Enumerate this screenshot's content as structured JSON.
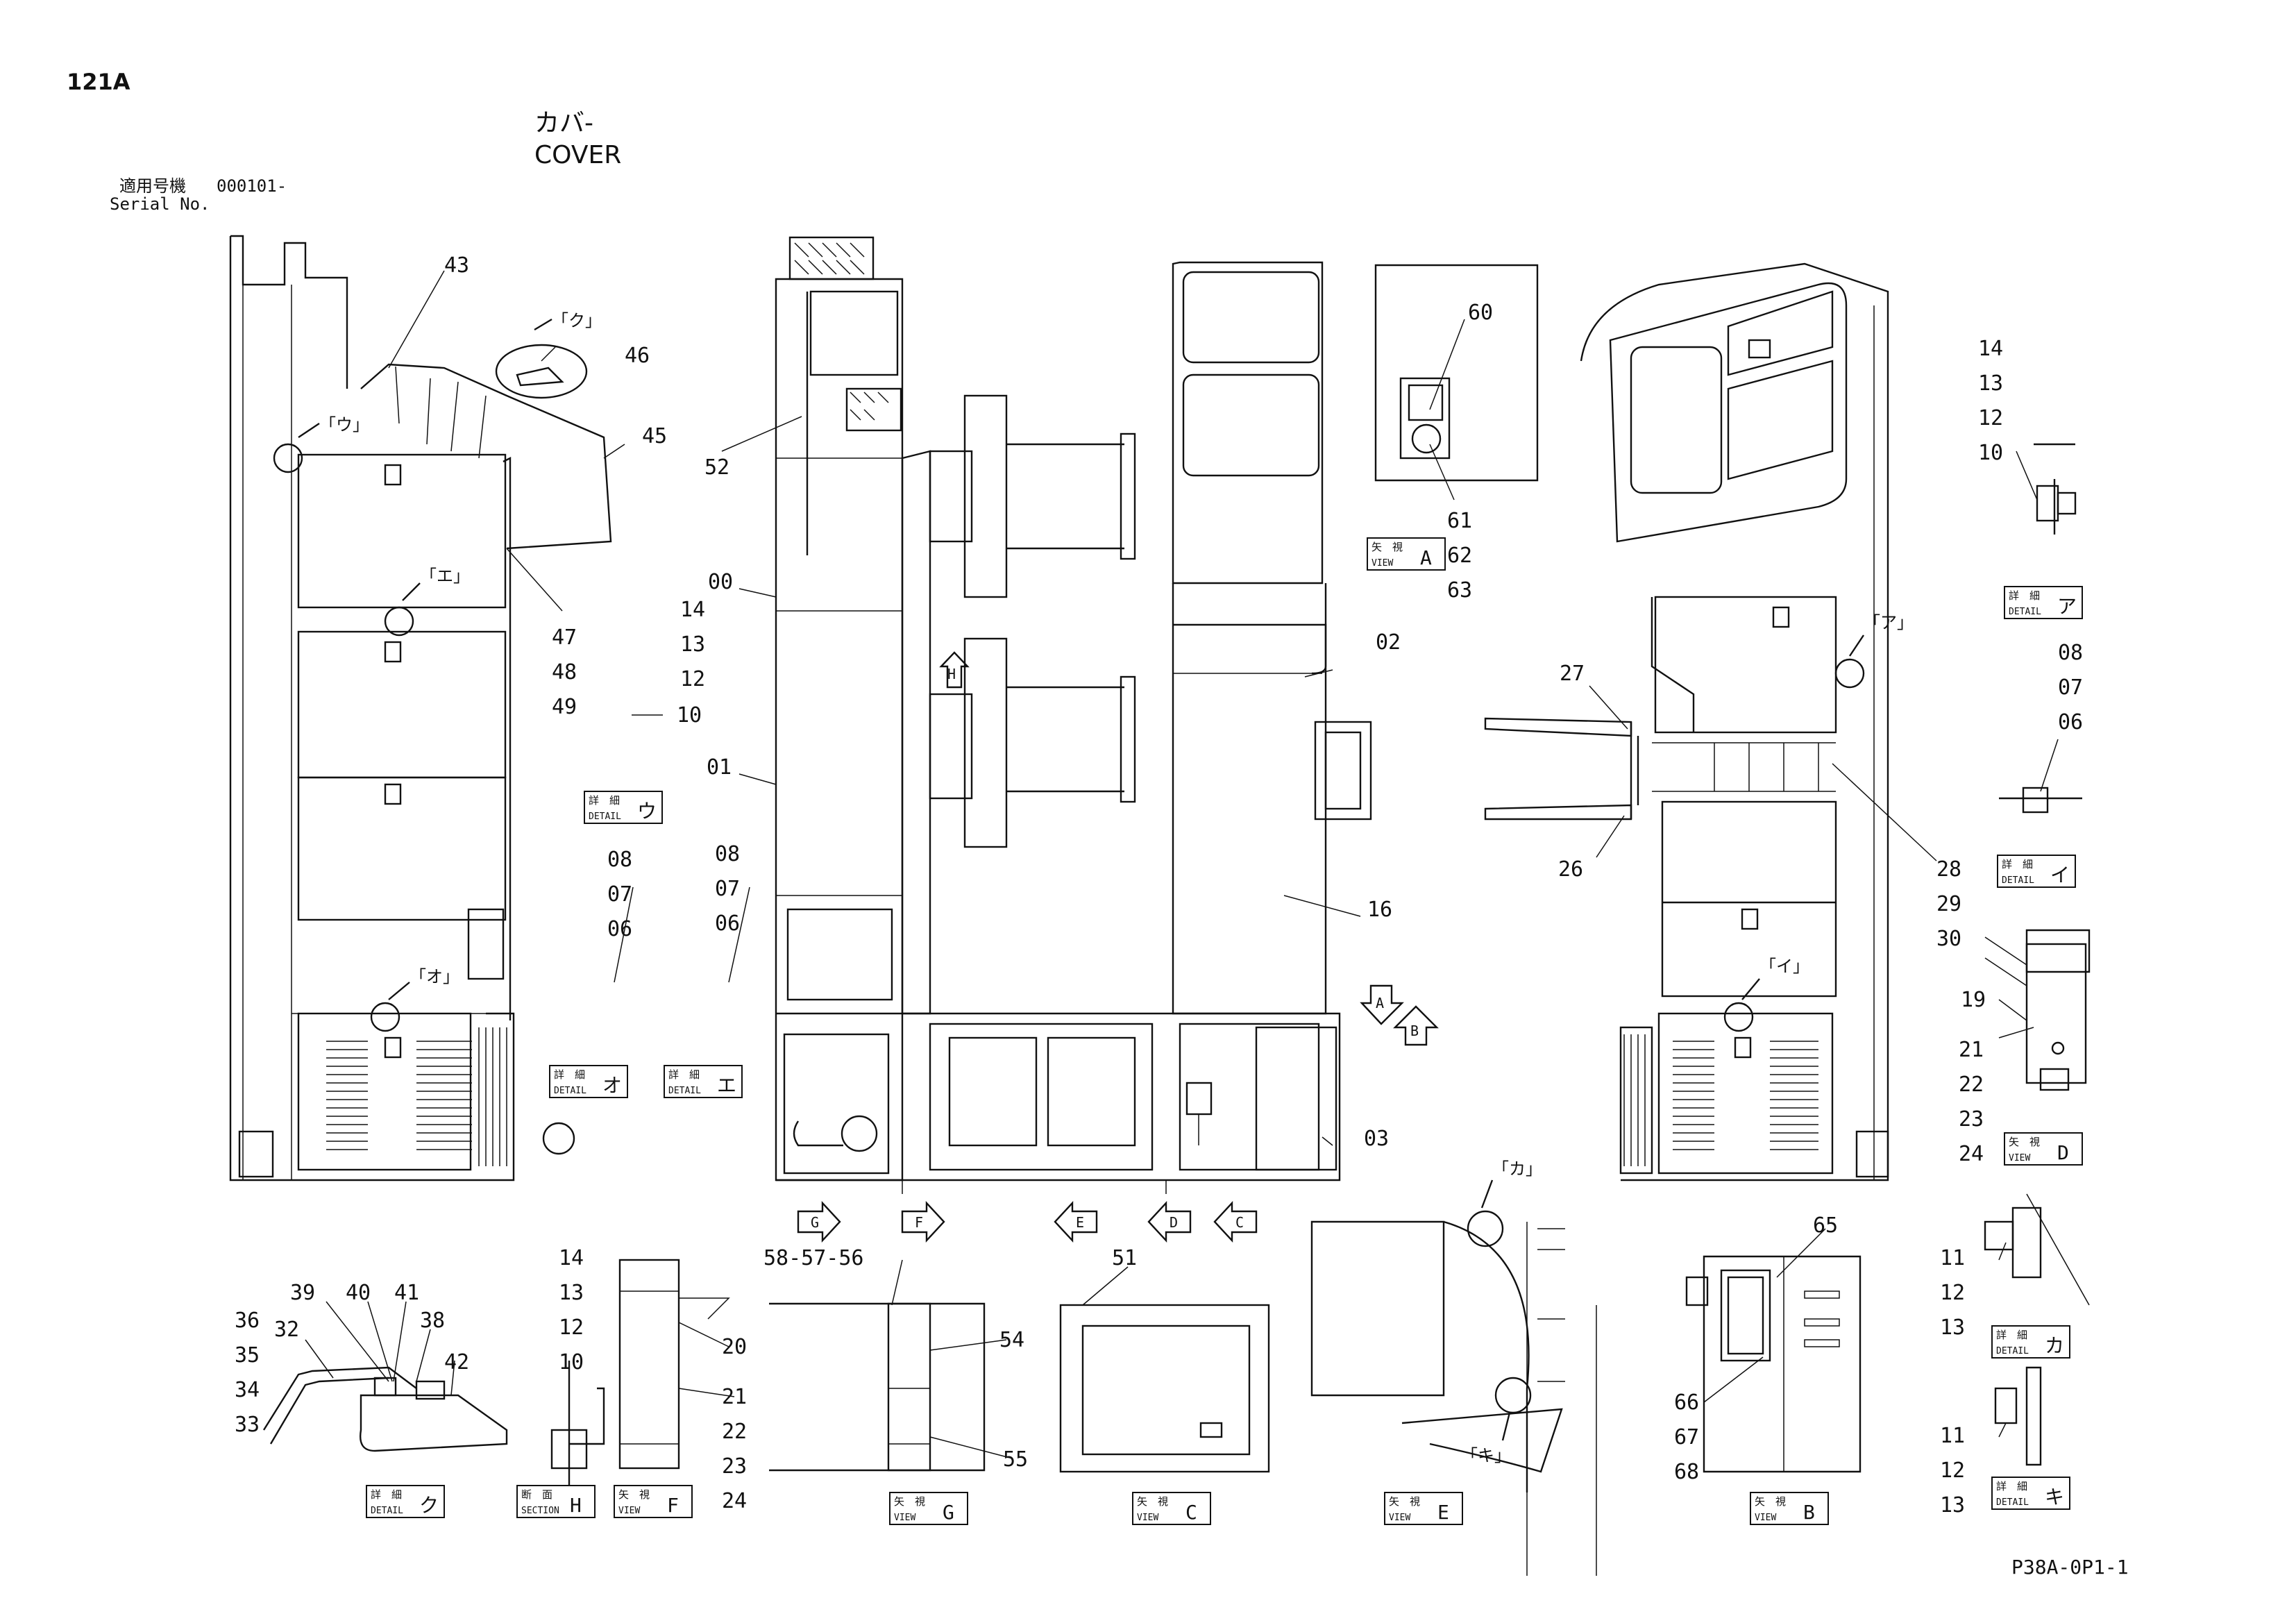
{
  "header": {
    "page_code": "121A",
    "title_jp": "カバ-",
    "title_en": "COVER",
    "serial_label_jp": "適用号機",
    "serial_value": "000101-",
    "serial_label_en": "Serial No."
  },
  "footer": {
    "drawing_code": "P38A-0P1-1"
  },
  "labels": {
    "detail_word": "DETAIL",
    "view_word": "VIEW",
    "section_word": "SECTION",
    "detail_jp": "詳　細",
    "view_jp": "矢　視",
    "section_jp": "断　面"
  },
  "callout_boxes": [
    {
      "id": "detail-u",
      "kind": "detail",
      "letter": "ウ"
    },
    {
      "id": "detail-o",
      "kind": "detail",
      "letter": "オ"
    },
    {
      "id": "detail-e",
      "kind": "detail",
      "letter": "エ"
    },
    {
      "id": "view-a",
      "kind": "view",
      "letter": "A"
    },
    {
      "id": "detail-a",
      "kind": "detail",
      "letter": "ア"
    },
    {
      "id": "detail-i",
      "kind": "detail",
      "letter": "イ"
    },
    {
      "id": "view-d",
      "kind": "view",
      "letter": "D"
    },
    {
      "id": "detail-ka",
      "kind": "detail",
      "letter": "カ"
    },
    {
      "id": "detail-ki",
      "kind": "detail",
      "letter": "キ"
    },
    {
      "id": "detail-ku",
      "kind": "detail",
      "letter": "ク"
    },
    {
      "id": "section-h",
      "kind": "section",
      "letter": "H"
    },
    {
      "id": "view-f",
      "kind": "view",
      "letter": "F"
    },
    {
      "id": "view-g",
      "kind": "view",
      "letter": "G"
    },
    {
      "id": "view-c",
      "kind": "view",
      "letter": "C"
    },
    {
      "id": "view-e",
      "kind": "view",
      "letter": "E"
    },
    {
      "id": "view-b",
      "kind": "view",
      "letter": "B"
    }
  ],
  "reference_marks": [
    "「ク」",
    "「ウ」",
    "「エ」",
    "「オ」",
    "「ア」",
    "「イ」",
    "「カ」",
    "「キ」"
  ],
  "view_arrows": [
    "H",
    "A",
    "B",
    "G",
    "F",
    "E",
    "D",
    "C"
  ],
  "part_numbers": [
    "43",
    "46",
    "45",
    "47",
    "48",
    "49",
    "10",
    "14",
    "13",
    "12",
    "08",
    "07",
    "06",
    "52",
    "00",
    "01",
    "60",
    "61",
    "62",
    "63",
    "02",
    "16",
    "03",
    "27",
    "26",
    "28",
    "29",
    "30",
    "19",
    "21",
    "22",
    "23",
    "24",
    "11",
    "39",
    "40",
    "41",
    "38",
    "36",
    "32",
    "35",
    "34",
    "33",
    "42",
    "20",
    "58-57-56",
    "54",
    "55",
    "51",
    "65",
    "66",
    "67",
    "68"
  ]
}
